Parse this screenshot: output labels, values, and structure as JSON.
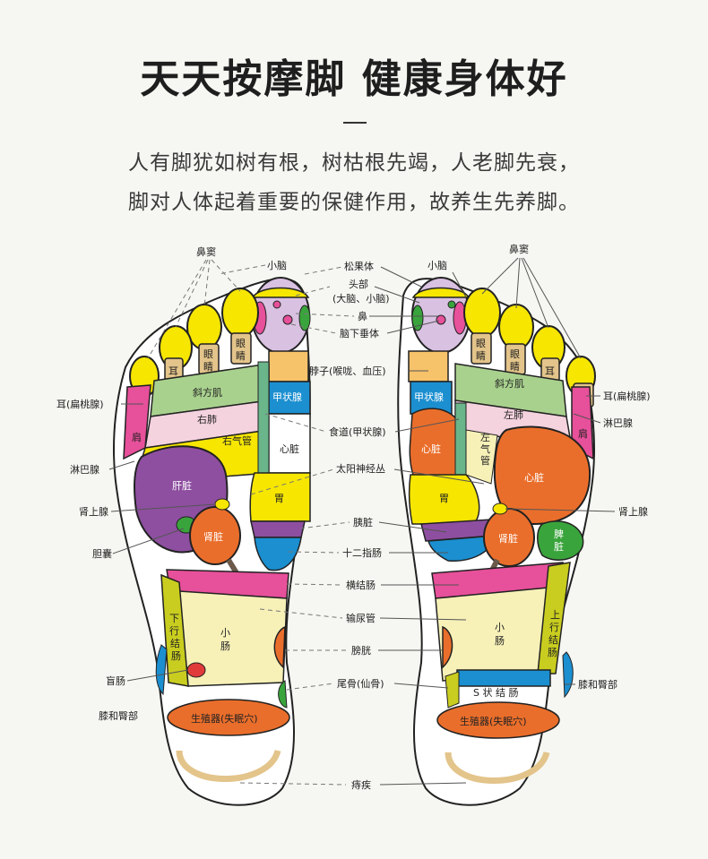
{
  "header": {
    "title": "天天按摩脚 健康身体好",
    "line1": "人有脚犹如树有根，树枯根先竭，人老脚先衰，",
    "line2": "脚对人体起着重要的保健作用，故养生先养脚。"
  },
  "labels": {
    "nose_sinus": "鼻窦",
    "cerebellum": "小脑",
    "pineal": "松果体",
    "head_line1": "头部",
    "head_line2": "(大脑、小脑)",
    "nose": "鼻",
    "pituitary": "脑下垂体",
    "neck": "脖子(喉咙、血压)",
    "esophagus": "食道(甲状腺)",
    "solar_plexus": "太阳神经丛",
    "pancreas": "胰脏",
    "duodenum": "十二指肠",
    "transverse_colon": "横结肠",
    "ureter": "输尿管",
    "bladder": "膀胱",
    "coccyx": "尾骨(仙骨)",
    "hemorrhoids": "痔疾",
    "ear_tonsil": "耳(扁桃腺)",
    "lymph": "淋巴腺",
    "adrenal": "肾上腺",
    "gallbladder": "胆囊",
    "appendix": "盲肠",
    "knee_hip": "膝和臀部"
  },
  "regions": {
    "eye_a": "眼",
    "eye_b": "睛",
    "ear": "耳",
    "trapezius": "斜方肌",
    "right_lung": "右肺",
    "left_lung": "左肺",
    "right_bronchus": "右气管",
    "left_bronchus_a": "左",
    "left_bronchus_b": "气",
    "left_bronchus_c": "管",
    "thyroid": "甲状腺",
    "shoulder": "肩",
    "liver": "肝脏",
    "heart": "心脏",
    "stomach": "胃",
    "kidney": "肾脏",
    "spleen_a": "脾",
    "spleen_b": "脏",
    "small_int_a": "小",
    "small_int_b": "肠",
    "desc_colon_a": "下",
    "desc_colon_b": "行",
    "desc_colon_c": "结",
    "desc_colon_d": "肠",
    "asc_colon_a": "上",
    "asc_colon_b": "行",
    "asc_colon_c": "结",
    "asc_colon_d": "肠",
    "sigmoid": "S 状 结 肠",
    "genitals": "生殖器(失眠穴)"
  },
  "colors": {
    "background": "#f6f7f2",
    "yellow": "#f6e600",
    "pink": "#e7509a",
    "purple": "#8e4fa0",
    "orange": "#ea6e2b",
    "blue": "#1b8fd0",
    "green": "#3aa43c",
    "teal": "#6ab58a",
    "lilac": "#d9c1e2",
    "light_yellow": "#f7f1b8",
    "pale_pink": "#f4d2de",
    "tan": "#e3c48a",
    "olive": "#c9cd1f"
  }
}
